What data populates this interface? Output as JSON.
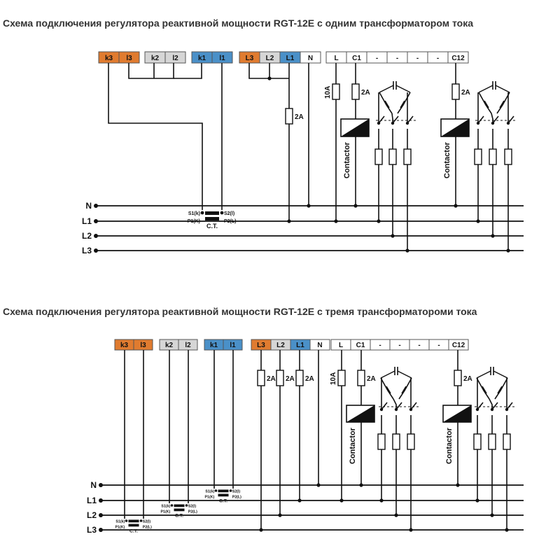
{
  "headings": {
    "single_ct": "Схема подключения регулятора реактивной мощности RGT-12E с одним трансформатором тока",
    "three_ct": "Схема подключения регулятора реактивной мощности RGT-12E с тремя трансформатороми тока"
  },
  "terminal_colors": {
    "orange": "#e07b2f",
    "gray": "#d6d6d6",
    "blue": "#4a90c8",
    "white": "#ffffff"
  },
  "diagram_single": {
    "terminal_groups": [
      {
        "labels": [
          "k3",
          "l3"
        ],
        "color": "orange"
      },
      {
        "labels": [
          "k2",
          "l2"
        ],
        "color": "gray"
      },
      {
        "labels": [
          "k1",
          "l1"
        ],
        "color": "blue"
      },
      {
        "labels": [
          "L3",
          "L2",
          "L1",
          "N"
        ],
        "colors": [
          "orange",
          "gray",
          "blue",
          "white"
        ]
      },
      {
        "labels": [
          "L",
          "C1",
          "-",
          "-",
          "-",
          "-",
          "C12"
        ],
        "color": "white"
      }
    ],
    "fuse_labels": {
      "supply": "2A",
      "control": "10A",
      "coil": "2A",
      "coil_last": "2A"
    },
    "contactor_label": "Contactor",
    "bus_labels": [
      "N",
      "L1",
      "L2",
      "L3"
    ],
    "ct": {
      "s1": "S1(k)",
      "s2": "S2(l)",
      "p1": "P1(K)",
      "p2": "P2(L)",
      "name": "C.T."
    }
  },
  "diagram_three": {
    "terminal_groups": [
      {
        "labels": [
          "k3",
          "l3"
        ],
        "color": "orange"
      },
      {
        "labels": [
          "k2",
          "l2"
        ],
        "color": "gray"
      },
      {
        "labels": [
          "k1",
          "l1"
        ],
        "color": "blue"
      },
      {
        "labels": [
          "L3",
          "L2",
          "L1",
          "N"
        ],
        "colors": [
          "orange",
          "gray",
          "blue",
          "white"
        ]
      },
      {
        "labels": [
          "L",
          "C1",
          "-",
          "-",
          "-",
          "-",
          "C12"
        ],
        "color": "white"
      }
    ],
    "fuse_labels": {
      "l3": "2A",
      "l2": "2A",
      "l1": "2A",
      "control": "10A",
      "coil": "2A",
      "coil_last": "2A"
    },
    "contactor_label": "Contactor",
    "bus_labels": [
      "N",
      "L1",
      "L2",
      "L3"
    ],
    "ct": {
      "s1": "S1(k)",
      "s2": "S2(l)",
      "p1": "P1(K)",
      "p2": "P2(L)",
      "name": "C.T."
    }
  }
}
